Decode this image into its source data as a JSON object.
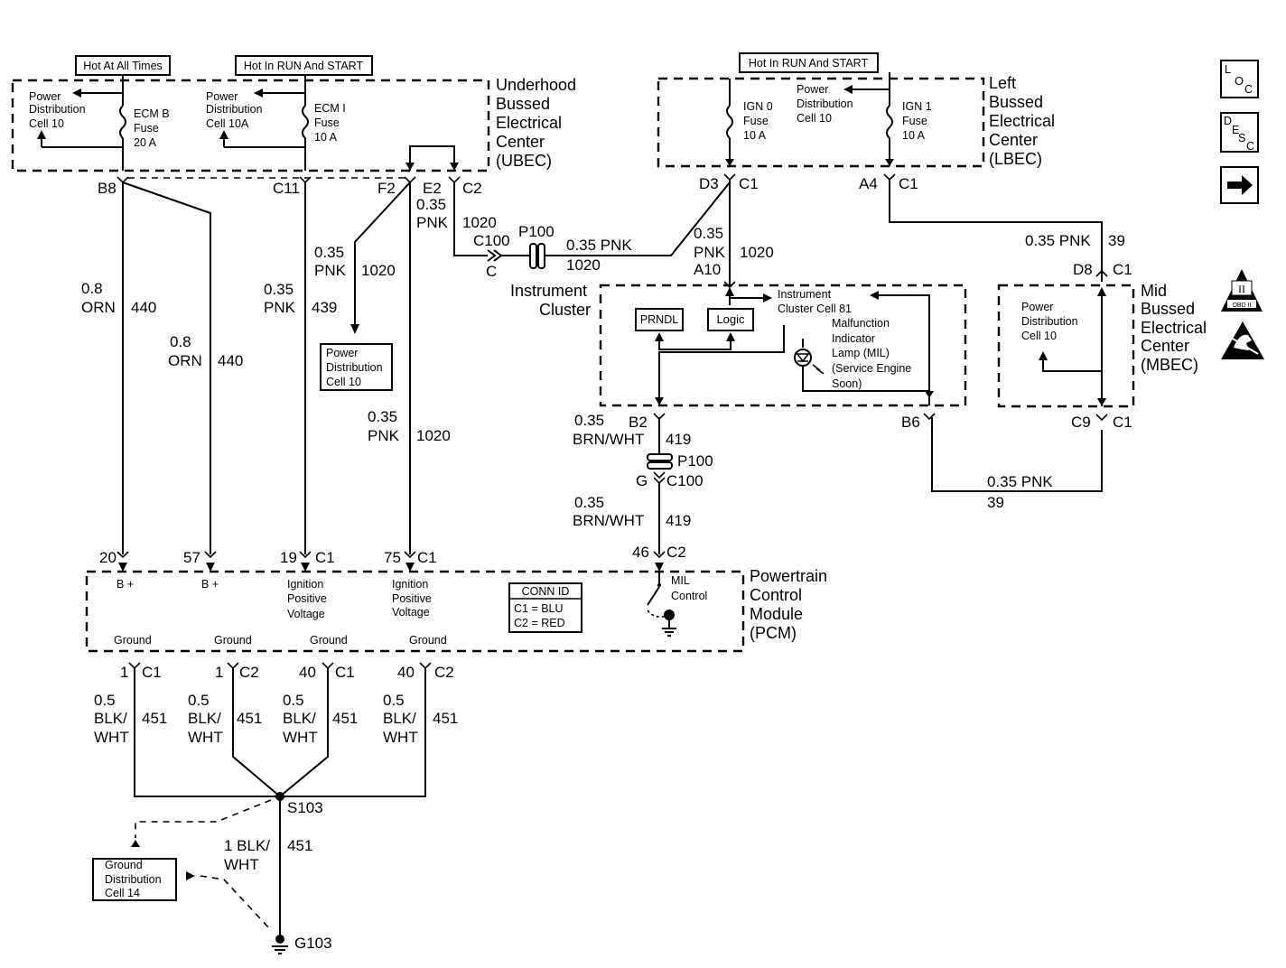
{
  "header": {
    "hot_at_all_times": "Hot At All Times",
    "hot_in_run_start_1": "Hot In RUN And START",
    "hot_in_run_start_2": "Hot In RUN And START"
  },
  "ubec": {
    "title_lines": [
      "Underhood",
      "Bussed",
      "Electrical",
      "Center",
      "(UBEC)"
    ],
    "pd1": [
      "Power",
      "Distribution",
      "Cell 10"
    ],
    "pd2": [
      "Power",
      "Distribution",
      "Cell 10A"
    ],
    "fuse1": [
      "ECM B",
      "Fuse",
      "20 A"
    ],
    "fuse2": [
      "ECM I",
      "Fuse",
      "10 A"
    ],
    "pins": {
      "b8": "B8",
      "c11": "C11",
      "f2": "F2",
      "e2": "E2",
      "c2": "C2"
    }
  },
  "lbec": {
    "title_lines": [
      "Left",
      "Bussed",
      "Electrical",
      "Center",
      "(LBEC)"
    ],
    "pd": [
      "Power",
      "Distribution",
      "Cell 10"
    ],
    "fuse1": [
      "IGN 0",
      "Fuse",
      "10 A"
    ],
    "fuse2": [
      "IGN 1",
      "Fuse",
      "10 A"
    ],
    "pins": {
      "d3": "D3",
      "c1a": "C1",
      "a4": "A4",
      "c1b": "C1"
    }
  },
  "mbec": {
    "title_lines": [
      "Mid",
      "Bussed",
      "Electrical",
      "Center",
      "(MBEC)"
    ],
    "pd": [
      "Power",
      "Distribution",
      "Cell 10"
    ],
    "pins": {
      "d8": "D8",
      "c1a": "C1",
      "c9": "C9",
      "c1b": "C1"
    }
  },
  "cluster": {
    "title_lines": [
      "Instrument",
      "Cluster"
    ],
    "cell": "Instrument",
    "cell2": "Cluster Cell 81",
    "prndl": "PRNDL",
    "logic": "Logic",
    "mil_lines": [
      "Malfunction",
      "Indicator",
      "Lamp (MIL)",
      "(Service Engine",
      "Soon)"
    ],
    "pins": {
      "a10": "A10",
      "b2": "B2",
      "b6": "B6"
    }
  },
  "pcm": {
    "title_lines": [
      "Powertrain",
      "Control",
      "Module",
      "(PCM)"
    ],
    "bplus1": "B +",
    "bplus2": "B +",
    "ign1": [
      "Ignition",
      "Positive",
      "Voltage"
    ],
    "ign2": [
      "Ignition",
      "Positive",
      "Voltage"
    ],
    "ground": [
      "Ground",
      "Ground",
      "Ground",
      "Ground"
    ],
    "conn_id": {
      "title": "CONN ID",
      "c1": "C1 = BLU",
      "c2": "C2 = RED"
    },
    "mil_control": [
      "MIL",
      "Control"
    ],
    "top_pins": {
      "p20": "20",
      "p57": "57",
      "p19": "19",
      "c1a": "C1",
      "p75": "75",
      "c1b": "C1",
      "p46": "46",
      "c2": "C2"
    },
    "bottom_pins": [
      {
        "num": "1",
        "conn": "C1"
      },
      {
        "num": "1",
        "conn": "C2"
      },
      {
        "num": "40",
        "conn": "C1"
      },
      {
        "num": "40",
        "conn": "C2"
      }
    ]
  },
  "wires": {
    "w440a": {
      "size": "0.8",
      "color": "ORN",
      "circuit": "440"
    },
    "w440b": {
      "size": "0.8",
      "color": "ORN",
      "circuit": "440"
    },
    "w439": {
      "size": "0.35",
      "color": "PNK",
      "circuit": "439"
    },
    "w1020_pd": {
      "size": "0.35",
      "color": "PNK",
      "circuit": "1020"
    },
    "w1020_pcm": {
      "size": "0.35",
      "color": "PNK",
      "circuit": "1020"
    },
    "w1020_e2": {
      "size": "0.35",
      "color": "PNK",
      "circuit": "1020"
    },
    "w1020_horiz": {
      "label": "0.35 PNK",
      "circuit": "1020"
    },
    "w1020_lbec": {
      "size": "0.35",
      "color": "PNK",
      "circuit": "1020"
    },
    "w39_top": {
      "label": "0.35 PNK",
      "circuit": "39"
    },
    "w39_bottom": {
      "label": "0.35 PNK",
      "circuit": "39"
    },
    "w419_top": {
      "size": "0.35",
      "color": "BRN/WHT",
      "circuit": "419"
    },
    "w419_bottom": {
      "size": "0.35",
      "color": "BRN/WHT",
      "circuit": "419"
    },
    "w451": [
      {
        "size": "0.5",
        "c1": "BLK/",
        "c2": "WHT",
        "circuit": "451"
      },
      {
        "size": "0.5",
        "c1": "BLK/",
        "c2": "WHT",
        "circuit": "451"
      },
      {
        "size": "0.5",
        "c1": "BLK/",
        "c2": "WHT",
        "circuit": "451"
      },
      {
        "size": "0.5",
        "c1": "BLK/",
        "c2": "WHT",
        "circuit": "451"
      }
    ],
    "w451_ground": {
      "line1": "1 BLK/",
      "line2": "WHT",
      "circuit": "451"
    }
  },
  "connectors": {
    "c100_top": "C100",
    "p100_top": "P100",
    "c_top": "C",
    "p100_mid": "P100",
    "g_mid": "G",
    "c100_mid": "C100"
  },
  "pd_cell10_box": [
    "Power",
    "Distribution",
    "Cell 10"
  ],
  "ground_dist": [
    "Ground",
    "Distribution",
    "Cell 14"
  ],
  "splice": "S103",
  "ground_point": "G103",
  "side_icons": {
    "loc": {
      "l": "L",
      "o": "O",
      "c": "C"
    },
    "desc": {
      "d": "D",
      "e": "E",
      "s": "S",
      "c": "C"
    },
    "obd": "OBD II",
    "obd_roman": "II"
  }
}
